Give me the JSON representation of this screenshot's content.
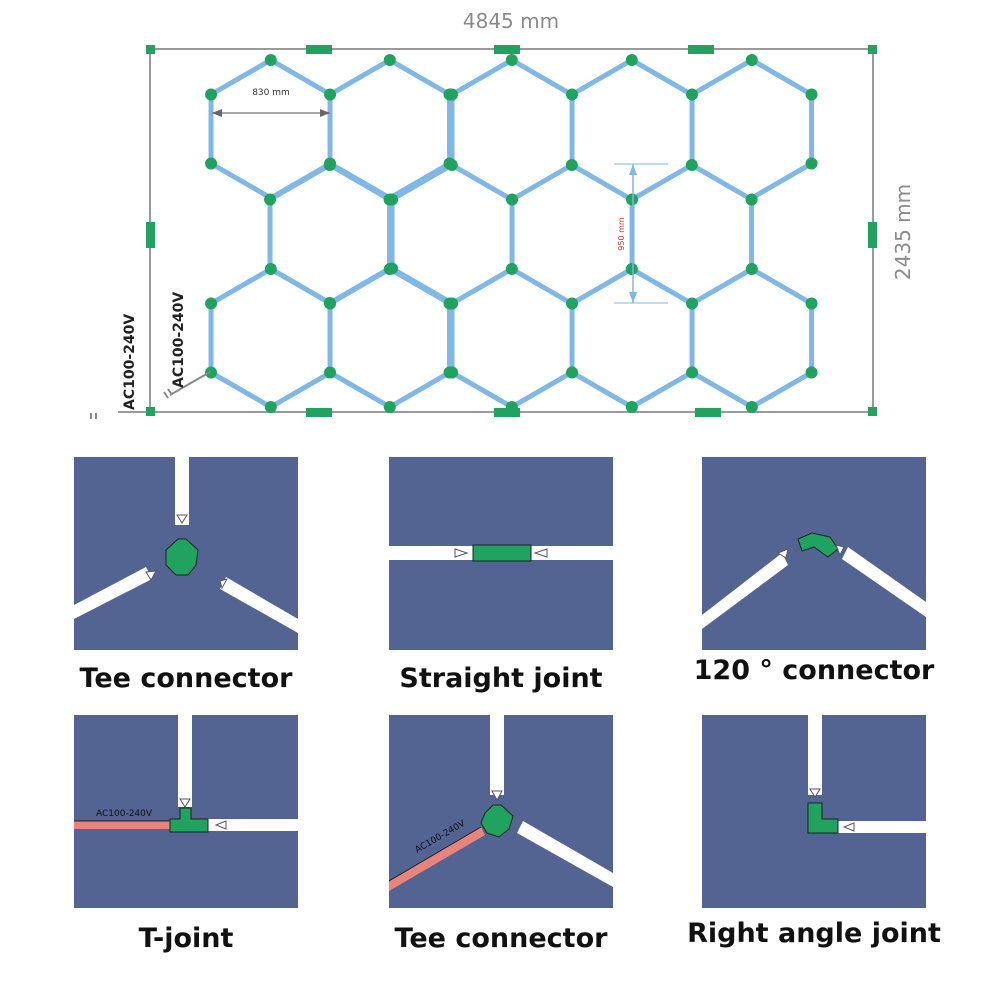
{
  "diagram": {
    "width_label": "4845 mm",
    "height_label": "2435 mm",
    "hex_width_label": "830 mm",
    "hex_height_label": "950 mm",
    "power_labels": [
      "AC100-240V",
      "AC100-240V"
    ]
  },
  "colors": {
    "tube": "#7fb7e6",
    "connector": "#1fa35e",
    "frame": "#9a9a9a",
    "panel_bg": "#536392",
    "power_cable": "#e8847c"
  },
  "connectors": [
    {
      "caption": "Tee connector",
      "icon": "tee-connector-icon"
    },
    {
      "caption": "Straight joint",
      "icon": "straight-joint-icon"
    },
    {
      "caption": "120 ° connector",
      "icon": "120-connector-icon"
    },
    {
      "caption": "T-joint",
      "icon": "t-joint-icon",
      "cable_label": "AC100-240V"
    },
    {
      "caption": "Tee connector",
      "icon": "tee-connector-icon",
      "cable_label": "AC100-240V"
    },
    {
      "caption": "Right angle joint",
      "icon": "right-angle-joint-icon"
    }
  ]
}
